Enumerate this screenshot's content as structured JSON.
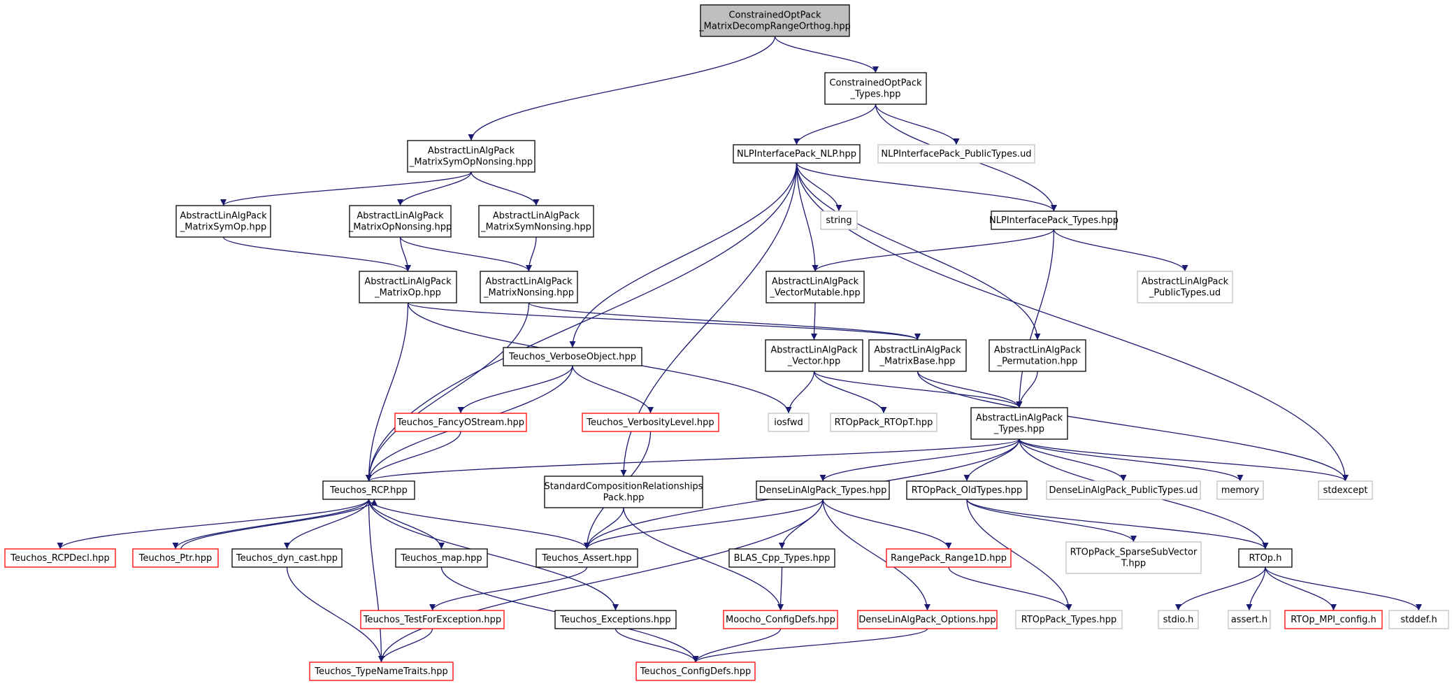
{
  "colors": {
    "edge": "#191970",
    "border_normal": "#000000",
    "border_missing": "#ff0000",
    "border_system": "#bfbfbf",
    "fill_root": "#bfbfbf",
    "fill_default": "#ffffff"
  },
  "nodes": [
    {
      "id": "root",
      "lines": [
        "ConstrainedOptPack",
        "_MatrixDecompRangeOrthog.hpp"
      ],
      "style": "root"
    },
    {
      "id": "cop_types",
      "lines": [
        "ConstrainedOptPack",
        "_Types.hpp"
      ],
      "style": "normal"
    },
    {
      "id": "alap_msymopn",
      "lines": [
        "AbstractLinAlgPack",
        "_MatrixSymOpNonsing.hpp"
      ],
      "style": "normal"
    },
    {
      "id": "nlp",
      "lines": [
        "NLPInterfacePack_NLP.hpp"
      ],
      "style": "normal"
    },
    {
      "id": "nlp_pub",
      "lines": [
        "NLPInterfacePack_PublicTypes.ud"
      ],
      "style": "system"
    },
    {
      "id": "alap_msymop",
      "lines": [
        "AbstractLinAlgPack",
        "_MatrixSymOp.hpp"
      ],
      "style": "normal"
    },
    {
      "id": "alap_mopn",
      "lines": [
        "AbstractLinAlgPack",
        "_MatrixOpNonsing.hpp"
      ],
      "style": "normal"
    },
    {
      "id": "alap_msymn",
      "lines": [
        "AbstractLinAlgPack",
        "_MatrixSymNonsing.hpp"
      ],
      "style": "normal"
    },
    {
      "id": "string",
      "lines": [
        "string"
      ],
      "style": "system"
    },
    {
      "id": "nlp_types",
      "lines": [
        "NLPInterfacePack_Types.hpp"
      ],
      "style": "normal"
    },
    {
      "id": "alap_mop",
      "lines": [
        "AbstractLinAlgPack",
        "_MatrixOp.hpp"
      ],
      "style": "normal"
    },
    {
      "id": "alap_mn",
      "lines": [
        "AbstractLinAlgPack",
        "_MatrixNonsing.hpp"
      ],
      "style": "normal"
    },
    {
      "id": "alap_vm",
      "lines": [
        "AbstractLinAlgPack",
        "_VectorMutable.hpp"
      ],
      "style": "normal"
    },
    {
      "id": "alap_pub",
      "lines": [
        "AbstractLinAlgPack",
        "_PublicTypes.ud"
      ],
      "style": "system"
    },
    {
      "id": "alap_v",
      "lines": [
        "AbstractLinAlgPack",
        "_Vector.hpp"
      ],
      "style": "normal"
    },
    {
      "id": "alap_mb",
      "lines": [
        "AbstractLinAlgPack",
        "_MatrixBase.hpp"
      ],
      "style": "normal"
    },
    {
      "id": "alap_perm",
      "lines": [
        "AbstractLinAlgPack",
        "_Permutation.hpp"
      ],
      "style": "normal"
    },
    {
      "id": "t_vo",
      "lines": [
        "Teuchos_VerboseObject.hpp"
      ],
      "style": "normal"
    },
    {
      "id": "t_fos",
      "lines": [
        "Teuchos_FancyOStream.hpp"
      ],
      "style": "missing"
    },
    {
      "id": "t_vl",
      "lines": [
        "Teuchos_VerbosityLevel.hpp"
      ],
      "style": "missing"
    },
    {
      "id": "iosfwd",
      "lines": [
        "iosfwd"
      ],
      "style": "system"
    },
    {
      "id": "rtop_rtopt",
      "lines": [
        "RTOpPack_RTOpT.hpp"
      ],
      "style": "system"
    },
    {
      "id": "alap_types",
      "lines": [
        "AbstractLinAlgPack",
        "_Types.hpp"
      ],
      "style": "normal"
    },
    {
      "id": "t_rcp",
      "lines": [
        "Teuchos_RCP.hpp"
      ],
      "style": "normal"
    },
    {
      "id": "scrp",
      "lines": [
        "StandardCompositionRelationships",
        "Pack.hpp"
      ],
      "style": "normal"
    },
    {
      "id": "dlap_types",
      "lines": [
        "DenseLinAlgPack_Types.hpp"
      ],
      "style": "normal"
    },
    {
      "id": "rtop_old",
      "lines": [
        "RTOpPack_OldTypes.hpp"
      ],
      "style": "normal"
    },
    {
      "id": "dlap_pub",
      "lines": [
        "DenseLinAlgPack_PublicTypes.ud"
      ],
      "style": "system"
    },
    {
      "id": "memory",
      "lines": [
        "memory"
      ],
      "style": "system"
    },
    {
      "id": "stdexcept",
      "lines": [
        "stdexcept"
      ],
      "style": "system"
    },
    {
      "id": "t_rcpdecl",
      "lines": [
        "Teuchos_RCPDecl.hpp"
      ],
      "style": "missing"
    },
    {
      "id": "t_ptr",
      "lines": [
        "Teuchos_Ptr.hpp"
      ],
      "style": "missing"
    },
    {
      "id": "t_dyn",
      "lines": [
        "Teuchos_dyn_cast.hpp"
      ],
      "style": "normal"
    },
    {
      "id": "t_map",
      "lines": [
        "Teuchos_map.hpp"
      ],
      "style": "normal"
    },
    {
      "id": "t_assert",
      "lines": [
        "Teuchos_Assert.hpp"
      ],
      "style": "normal"
    },
    {
      "id": "blas",
      "lines": [
        "BLAS_Cpp_Types.hpp"
      ],
      "style": "normal"
    },
    {
      "id": "rp_r1d",
      "lines": [
        "RangePack_Range1D.hpp"
      ],
      "style": "missing"
    },
    {
      "id": "rtop_ssv",
      "lines": [
        "RTOpPack_SparseSubVector",
        "T.hpp"
      ],
      "style": "system"
    },
    {
      "id": "rtop_h",
      "lines": [
        "RTOp.h"
      ],
      "style": "normal"
    },
    {
      "id": "t_tfe",
      "lines": [
        "Teuchos_TestForException.hpp"
      ],
      "style": "missing"
    },
    {
      "id": "t_exc",
      "lines": [
        "Teuchos_Exceptions.hpp"
      ],
      "style": "normal"
    },
    {
      "id": "moocho_cd",
      "lines": [
        "Moocho_ConfigDefs.hpp"
      ],
      "style": "missing"
    },
    {
      "id": "dlap_opt",
      "lines": [
        "DenseLinAlgPack_Options.hpp"
      ],
      "style": "missing"
    },
    {
      "id": "rtop_types",
      "lines": [
        "RTOpPack_Types.hpp"
      ],
      "style": "system"
    },
    {
      "id": "stdio",
      "lines": [
        "stdio.h"
      ],
      "style": "system"
    },
    {
      "id": "assert",
      "lines": [
        "assert.h"
      ],
      "style": "system"
    },
    {
      "id": "rtop_mpi",
      "lines": [
        "RTOp_MPI_config.h"
      ],
      "style": "missing"
    },
    {
      "id": "stddef",
      "lines": [
        "stddef.h"
      ],
      "style": "system"
    },
    {
      "id": "t_tnt",
      "lines": [
        "Teuchos_TypeNameTraits.hpp"
      ],
      "style": "missing"
    },
    {
      "id": "t_cd",
      "lines": [
        "Teuchos_ConfigDefs.hpp"
      ],
      "style": "missing"
    }
  ],
  "edges": [
    [
      "root",
      "cop_types"
    ],
    [
      "root",
      "alap_msymopn"
    ],
    [
      "cop_types",
      "nlp"
    ],
    [
      "cop_types",
      "nlp_pub"
    ],
    [
      "cop_types",
      "nlp_types"
    ],
    [
      "alap_msymopn",
      "alap_msymop"
    ],
    [
      "alap_msymopn",
      "alap_mopn"
    ],
    [
      "alap_msymopn",
      "alap_msymn"
    ],
    [
      "nlp",
      "t_rcp"
    ],
    [
      "nlp",
      "string"
    ],
    [
      "nlp",
      "nlp_types"
    ],
    [
      "nlp",
      "alap_vm"
    ],
    [
      "nlp",
      "alap_perm"
    ],
    [
      "nlp",
      "t_vo"
    ],
    [
      "nlp",
      "scrp"
    ],
    [
      "nlp",
      "stdexcept"
    ],
    [
      "nlp_types",
      "alap_vm"
    ],
    [
      "nlp_types",
      "alap_pub"
    ],
    [
      "nlp_types",
      "alap_types"
    ],
    [
      "alap_msymop",
      "alap_mop"
    ],
    [
      "alap_mopn",
      "alap_mop"
    ],
    [
      "alap_mopn",
      "alap_mn"
    ],
    [
      "alap_msymn",
      "alap_mn"
    ],
    [
      "alap_mop",
      "alap_mb"
    ],
    [
      "alap_mop",
      "iosfwd"
    ],
    [
      "alap_mop",
      "t_rcp"
    ],
    [
      "alap_mn",
      "alap_mb"
    ],
    [
      "alap_mn",
      "t_rcp"
    ],
    [
      "alap_vm",
      "alap_v"
    ],
    [
      "alap_v",
      "iosfwd"
    ],
    [
      "alap_v",
      "rtop_rtopt"
    ],
    [
      "alap_v",
      "alap_types"
    ],
    [
      "alap_mb",
      "alap_types"
    ],
    [
      "alap_mb",
      "stdexcept"
    ],
    [
      "alap_perm",
      "alap_types"
    ],
    [
      "t_vo",
      "t_fos"
    ],
    [
      "t_vo",
      "t_vl"
    ],
    [
      "t_vo",
      "t_rcp"
    ],
    [
      "t_fos",
      "t_rcp"
    ],
    [
      "t_vl",
      "t_assert"
    ],
    [
      "alap_types",
      "t_rcp"
    ],
    [
      "alap_types",
      "t_assert"
    ],
    [
      "alap_types",
      "dlap_types"
    ],
    [
      "alap_types",
      "rtop_old"
    ],
    [
      "alap_types",
      "dlap_pub"
    ],
    [
      "alap_types",
      "memory"
    ],
    [
      "alap_types",
      "stdexcept"
    ],
    [
      "alap_types",
      "rtop_h"
    ],
    [
      "t_rcp",
      "t_rcpdecl"
    ],
    [
      "t_rcp",
      "t_ptr"
    ],
    [
      "t_rcp",
      "t_dyn"
    ],
    [
      "t_rcp",
      "t_map"
    ],
    [
      "t_rcp",
      "t_assert"
    ],
    [
      "t_rcp",
      "t_exc"
    ],
    [
      "t_rcp",
      "t_tnt"
    ],
    [
      "t_ptr",
      "t_rcp"
    ],
    [
      "scrp",
      "t_assert"
    ],
    [
      "scrp",
      "moocho_cd"
    ],
    [
      "dlap_types",
      "t_assert"
    ],
    [
      "dlap_types",
      "blas"
    ],
    [
      "dlap_types",
      "rp_r1d"
    ],
    [
      "dlap_types",
      "dlap_opt"
    ],
    [
      "dlap_types",
      "t_tnt"
    ],
    [
      "rtop_old",
      "rtop_ssv"
    ],
    [
      "rtop_old",
      "rtop_h"
    ],
    [
      "rtop_old",
      "rtop_types"
    ],
    [
      "rtop_h",
      "stdio"
    ],
    [
      "rtop_h",
      "assert"
    ],
    [
      "rtop_h",
      "rtop_mpi"
    ],
    [
      "rtop_h",
      "stddef"
    ],
    [
      "t_dyn",
      "t_tnt"
    ],
    [
      "t_map",
      "t_cd"
    ],
    [
      "t_assert",
      "t_tfe"
    ],
    [
      "t_tfe",
      "t_tnt"
    ],
    [
      "t_exc",
      "t_cd"
    ],
    [
      "blas",
      "moocho_cd"
    ],
    [
      "moocho_cd",
      "t_cd"
    ],
    [
      "dlap_opt",
      "t_cd"
    ],
    [
      "rp_r1d",
      "rtop_types"
    ]
  ]
}
